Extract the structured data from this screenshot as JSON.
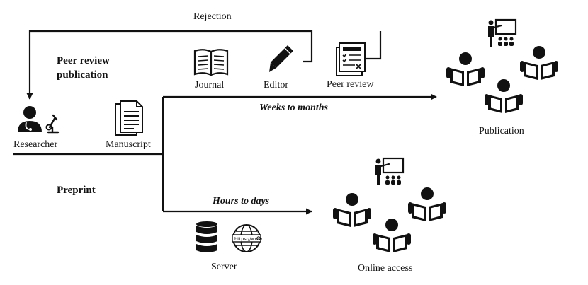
{
  "labels": {
    "rejection": "Rejection",
    "peer_review_publication": "Peer review publication",
    "journal": "Journal",
    "editor": "Editor",
    "peer_review": "Peer review",
    "weeks_to_months": "Weeks to months",
    "researcher": "Researcher",
    "manuscript": "Manuscript",
    "publication": "Publication",
    "preprint": "Preprint",
    "hours_to_days": "Hours to days",
    "server": "Server",
    "online_access": "Online access",
    "url_text": "https://www"
  },
  "icons": {
    "researcher": "doctor-microscope-icon",
    "manuscript": "documents-icon",
    "journal": "open-book-icon",
    "editor": "pencil-icon",
    "peer_review": "review-checklist-icon",
    "server": "database-icon",
    "web": "globe-www-icon",
    "readers": "reader-icon",
    "presenter": "presenter-icon"
  }
}
